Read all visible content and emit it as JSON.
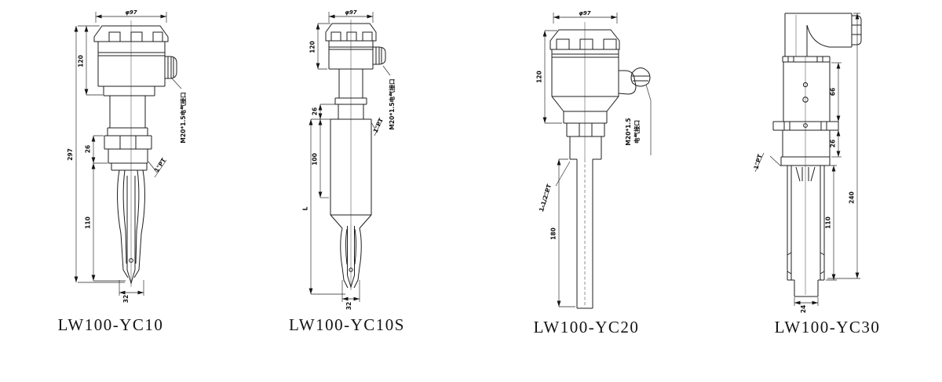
{
  "figures": [
    {
      "model": "LW100-YC10",
      "dims": {
        "top_width": "φ97",
        "housing_height": "120",
        "overall_height": "297",
        "thread_section": "26",
        "fork_length": "110",
        "fork_width": "32"
      },
      "labels": {
        "cable_entry": "M20*1.5电气接口",
        "process_thread": "1\"PT"
      }
    },
    {
      "model": "LW100-YC10S",
      "dims": {
        "top_width": "φ97",
        "housing_height": "120",
        "thread_section": "26",
        "tube_section": "100",
        "insertion_length": "L",
        "fork_width": "32"
      },
      "labels": {
        "cable_entry": "M20*1.5电气接口",
        "process_thread": "1\"PT"
      }
    },
    {
      "model": "LW100-YC20",
      "dims": {
        "top_width": "φ97",
        "housing_height": "120",
        "probe_length": "180"
      },
      "labels": {
        "cable_entry_line1": "M20*1.5",
        "cable_entry_line2": "电气接口",
        "process_thread": "1-1/2\"PT"
      }
    },
    {
      "model": "LW100-YC30",
      "dims": {
        "body_section": "66",
        "neck_section": "26",
        "overall_height": "240",
        "fork_length": "110",
        "fork_width": "24"
      },
      "labels": {
        "process_thread": "1\"PT"
      }
    }
  ]
}
